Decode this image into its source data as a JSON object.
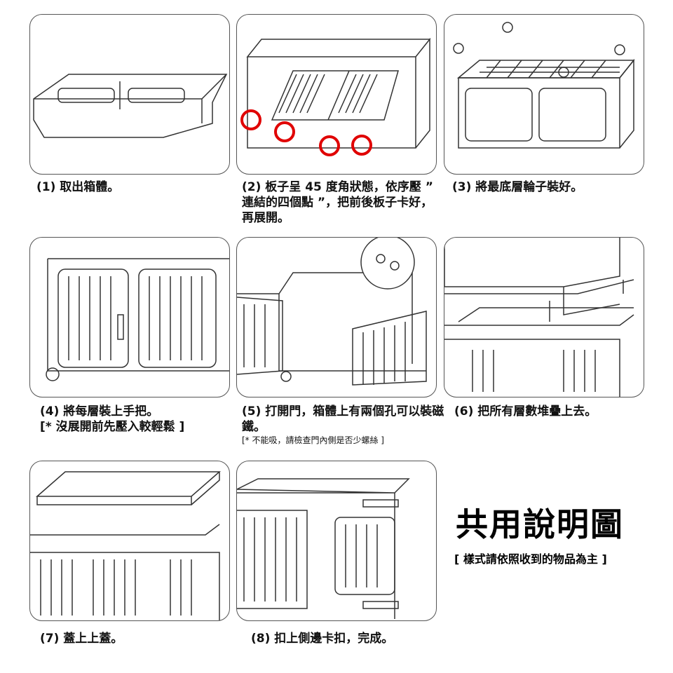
{
  "steps": [
    {
      "caption": "(1) 取出箱體。"
    },
    {
      "caption": "(2) 板子呈 45 度角狀態，依序壓 ” 連結的四個點 ”，把前後板子卡好，再展開。"
    },
    {
      "caption": "(3) 將最底層輪子裝好。"
    },
    {
      "caption": "(4) 將每層裝上手把。",
      "note": "[* 沒展開前先壓入較輕鬆 ]"
    },
    {
      "caption": "(5) 打開門，箱體上有兩個孔可以裝磁鐵。",
      "note": "[* 不能吸，請檢查門內側是否少螺絲 ]"
    },
    {
      "caption": "(6) 把所有層數堆疊上去。"
    },
    {
      "caption": "(7) 蓋上上蓋。"
    },
    {
      "caption": "(8) 扣上側邊卡扣，完成。"
    }
  ],
  "title": "共用說明圖",
  "subtitle": "[ 樣式請依照收到的物品為主 ]",
  "colors": {
    "highlight": "#e00000",
    "line": "#333333"
  }
}
